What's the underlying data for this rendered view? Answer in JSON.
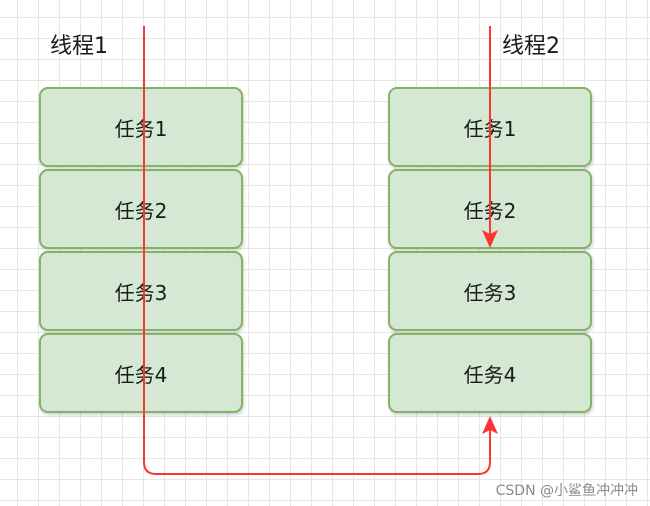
{
  "thread1": {
    "title": "线程1",
    "tasks": [
      "任务1",
      "任务2",
      "任务3",
      "任务4"
    ]
  },
  "thread2": {
    "title": "线程2",
    "tasks": [
      "任务1",
      "任务2",
      "任务3",
      "任务4"
    ]
  },
  "watermark": "CSDN @小鲨鱼冲冲冲",
  "colors": {
    "task_fill": "#d5e8d4",
    "task_border": "#82b366",
    "arrow": "#ff3333"
  }
}
